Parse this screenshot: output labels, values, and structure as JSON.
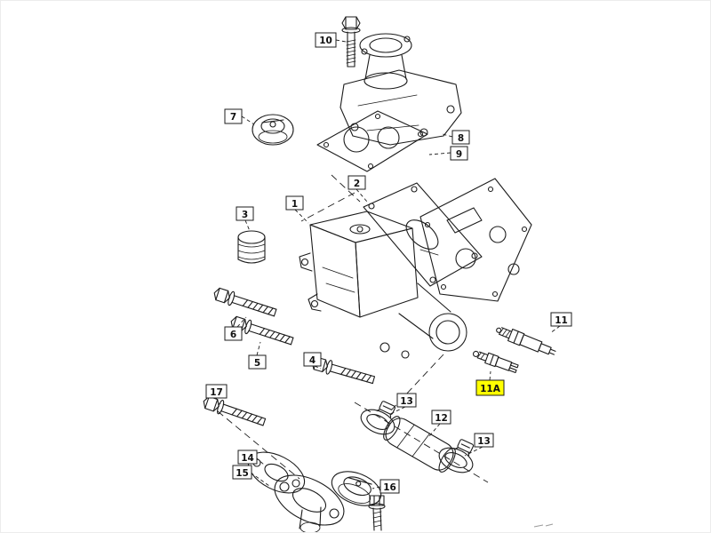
{
  "page": {
    "background": "#ffffff",
    "ink_color": "#1c1c1c"
  },
  "diagram": {
    "type": "exploded-parts-diagram",
    "highlight_color": "#ffff00",
    "callouts": [
      {
        "id": "10",
        "text": "10",
        "highlighted": false
      },
      {
        "id": "7",
        "text": "7",
        "highlighted": false
      },
      {
        "id": "8",
        "text": "8",
        "highlighted": false
      },
      {
        "id": "9",
        "text": "9",
        "highlighted": false
      },
      {
        "id": "2",
        "text": "2",
        "highlighted": false
      },
      {
        "id": "3",
        "text": "3",
        "highlighted": false
      },
      {
        "id": "1",
        "text": "1",
        "highlighted": false
      },
      {
        "id": "6",
        "text": "6",
        "highlighted": false
      },
      {
        "id": "5",
        "text": "5",
        "highlighted": false
      },
      {
        "id": "4",
        "text": "4",
        "highlighted": false
      },
      {
        "id": "11",
        "text": "11",
        "highlighted": false
      },
      {
        "id": "11A",
        "text": "11A",
        "highlighted": true
      },
      {
        "id": "17",
        "text": "17",
        "highlighted": false
      },
      {
        "id": "13a",
        "text": "13",
        "highlighted": false
      },
      {
        "id": "12",
        "text": "12",
        "highlighted": false
      },
      {
        "id": "13b",
        "text": "13",
        "highlighted": false
      },
      {
        "id": "14",
        "text": "14",
        "highlighted": false
      },
      {
        "id": "15",
        "text": "15",
        "highlighted": false
      },
      {
        "id": "16",
        "text": "16",
        "highlighted": false
      }
    ]
  }
}
